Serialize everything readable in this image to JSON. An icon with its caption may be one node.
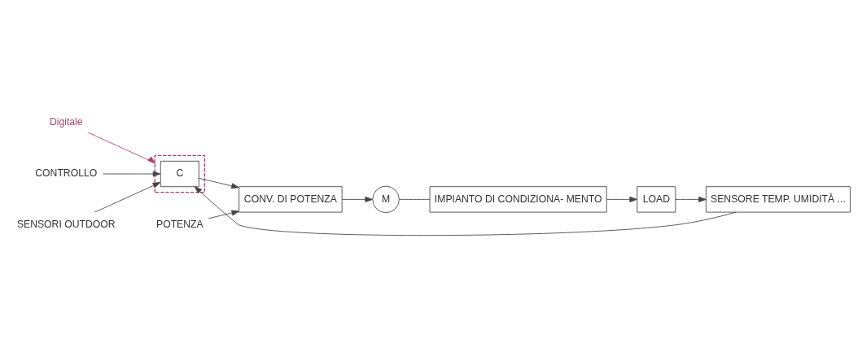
{
  "diagram": {
    "nodes": [
      {
        "text": [
          "Digitale"
        ]
      },
      {
        "text": [],
        "shape": "box"
      },
      {
        "text": [
          "C"
        ],
        "in": 1
      },
      {
        "text": [
          "CONTROLLO"
        ]
      },
      {
        "text": [
          "SENSORI OUTDOOR"
        ]
      },
      {
        "text": [
          "POTENZA"
        ]
      },
      {
        "text": [
          "CONV. DI POTENZA"
        ]
      },
      {
        "text": [
          "M"
        ]
      },
      {
        "text": [
          "IMPIANTO DI CONDIZIONA- MENTO"
        ]
      },
      {
        "text": [
          "LOAD"
        ]
      },
      {
        "text": [
          "SENSORE TEMP. UMIDITÀ ..."
        ]
      }
    ],
    "edges": [
      {
        "from": 0,
        "to": 1,
        "arrow": "to",
        "color": "#b0406e"
      },
      {
        "from": 3,
        "to": 2,
        "arrow": "to"
      },
      {
        "from": 4,
        "to": 2,
        "arrow": "to"
      },
      {
        "from": 2,
        "to": 6,
        "arrow": "to"
      },
      {
        "from": 5,
        "to": 6,
        "arrow": "to"
      },
      {
        "from": 6,
        "to": 7,
        "arrow": "to"
      },
      {
        "from": 7,
        "to": 8,
        "arrow": "none"
      },
      {
        "from": 8,
        "to": 9,
        "arrow": "to"
      },
      {
        "from": 9,
        "to": 10,
        "arrow": "to"
      },
      {
        "from": 10,
        "to": 2,
        "arrow": "to"
      }
    ]
  }
}
